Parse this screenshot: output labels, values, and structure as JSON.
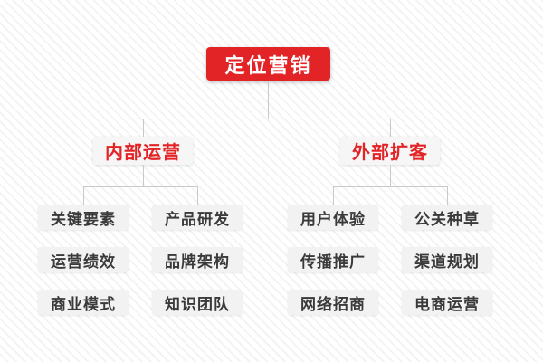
{
  "colors": {
    "accent_red": "#e32427",
    "root_text": "#ffffff",
    "branch_bg": "#f6f6f6",
    "leaf_bg": "#f2f2f2",
    "leaf_text": "#3a3a3a",
    "connector": "#c9c9c9",
    "stripe": "#f3f3f3"
  },
  "tree": {
    "root": {
      "label": "定位营销"
    },
    "branches": [
      {
        "label": "内部运营",
        "items": [
          "关键要素",
          "产品研发",
          "运营绩效",
          "品牌架构",
          "商业模式",
          "知识团队"
        ]
      },
      {
        "label": "外部扩客",
        "items": [
          "用户体验",
          "公关种草",
          "传播推广",
          "渠道规划",
          "网络招商",
          "电商运营"
        ]
      }
    ]
  }
}
